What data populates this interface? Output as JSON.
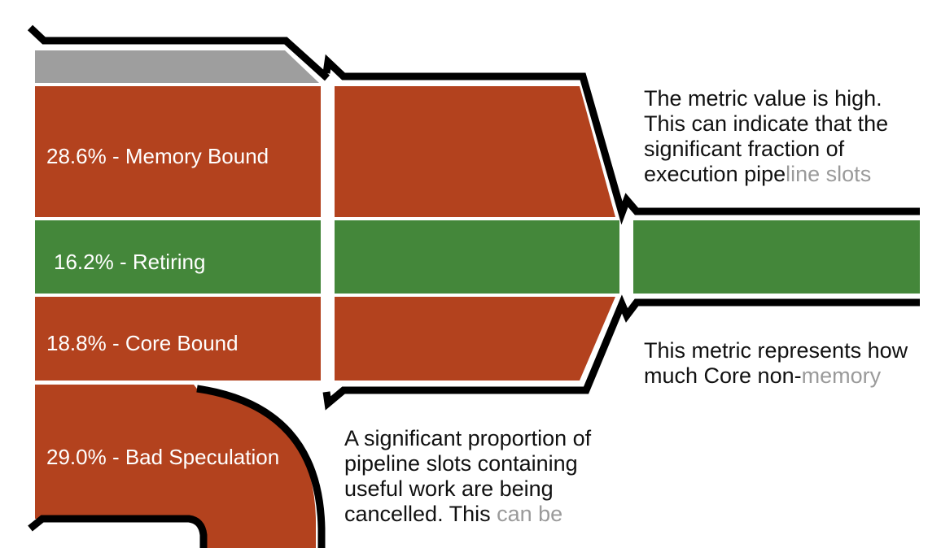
{
  "colors": {
    "bound": "#b3421e",
    "retiring": "#44873a",
    "other": "#9e9e9e",
    "outline": "#000000",
    "label": "#ffffff",
    "faded_text": "#9a9a9a"
  },
  "segments": {
    "memory_bound": {
      "label": "28.6% - Memory Bound",
      "value": 28.6
    },
    "retiring": {
      "label": "16.2% - Retiring",
      "value": 16.2
    },
    "core_bound": {
      "label": "18.8% - Core Bound",
      "value": 18.8
    },
    "bad_speculation": {
      "label": "29.0% - Bad Speculation",
      "value": 29.0
    }
  },
  "notes": {
    "memory_bound": {
      "lines": [
        "The metric value is high.",
        "This can indicate that the",
        "significant fraction of",
        "execution pipeline slots"
      ],
      "fade_line": 3,
      "fade_text": "line slots",
      "fade_prefix": "execution pipe"
    },
    "core_bound": {
      "lines": [
        "This metric represents how",
        "much Core non-memory"
      ],
      "fade_prefix": "much Core non-",
      "fade_text": "memory"
    },
    "bad_speculation": {
      "lines": [
        "A significant proportion of",
        "pipeline slots containing",
        "useful work are being",
        "cancelled. This can be"
      ],
      "fade_prefix": "cancelled. This ",
      "fade_text": "can be"
    }
  }
}
